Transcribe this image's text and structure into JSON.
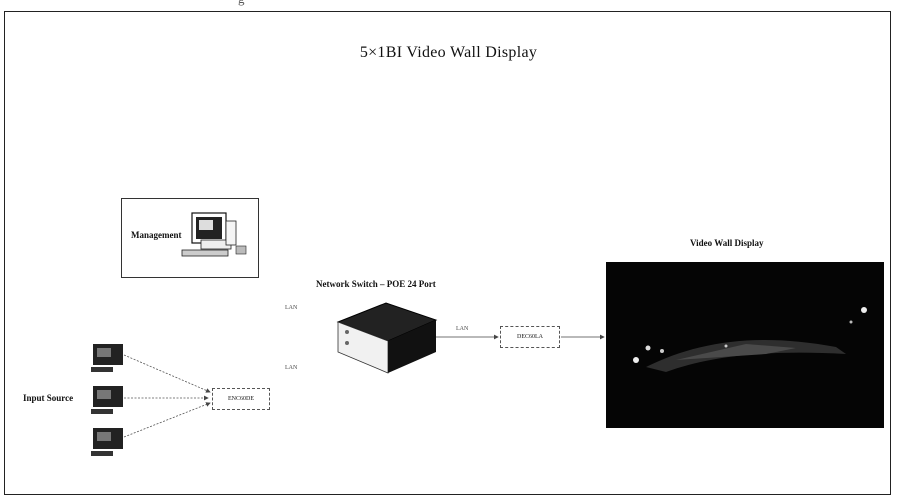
{
  "page": {
    "top_text": "g         ",
    "title": "5×1BI Video Wall Display"
  },
  "management": {
    "label": "Management"
  },
  "switch": {
    "label": "Network Switch – POE 24 Port"
  },
  "inputs": {
    "label": "Input Source",
    "count": 3
  },
  "encoder": {
    "label": "ENC60DE"
  },
  "decoder": {
    "label": "DEC60LA"
  },
  "links": {
    "upper": "LAN",
    "lower": "LAN",
    "out": "LAN"
  },
  "wall": {
    "label": "Video Wall Display"
  },
  "colors": {
    "line": "#444444",
    "wall_bg": "#050505",
    "device": "#1a1a1a"
  }
}
